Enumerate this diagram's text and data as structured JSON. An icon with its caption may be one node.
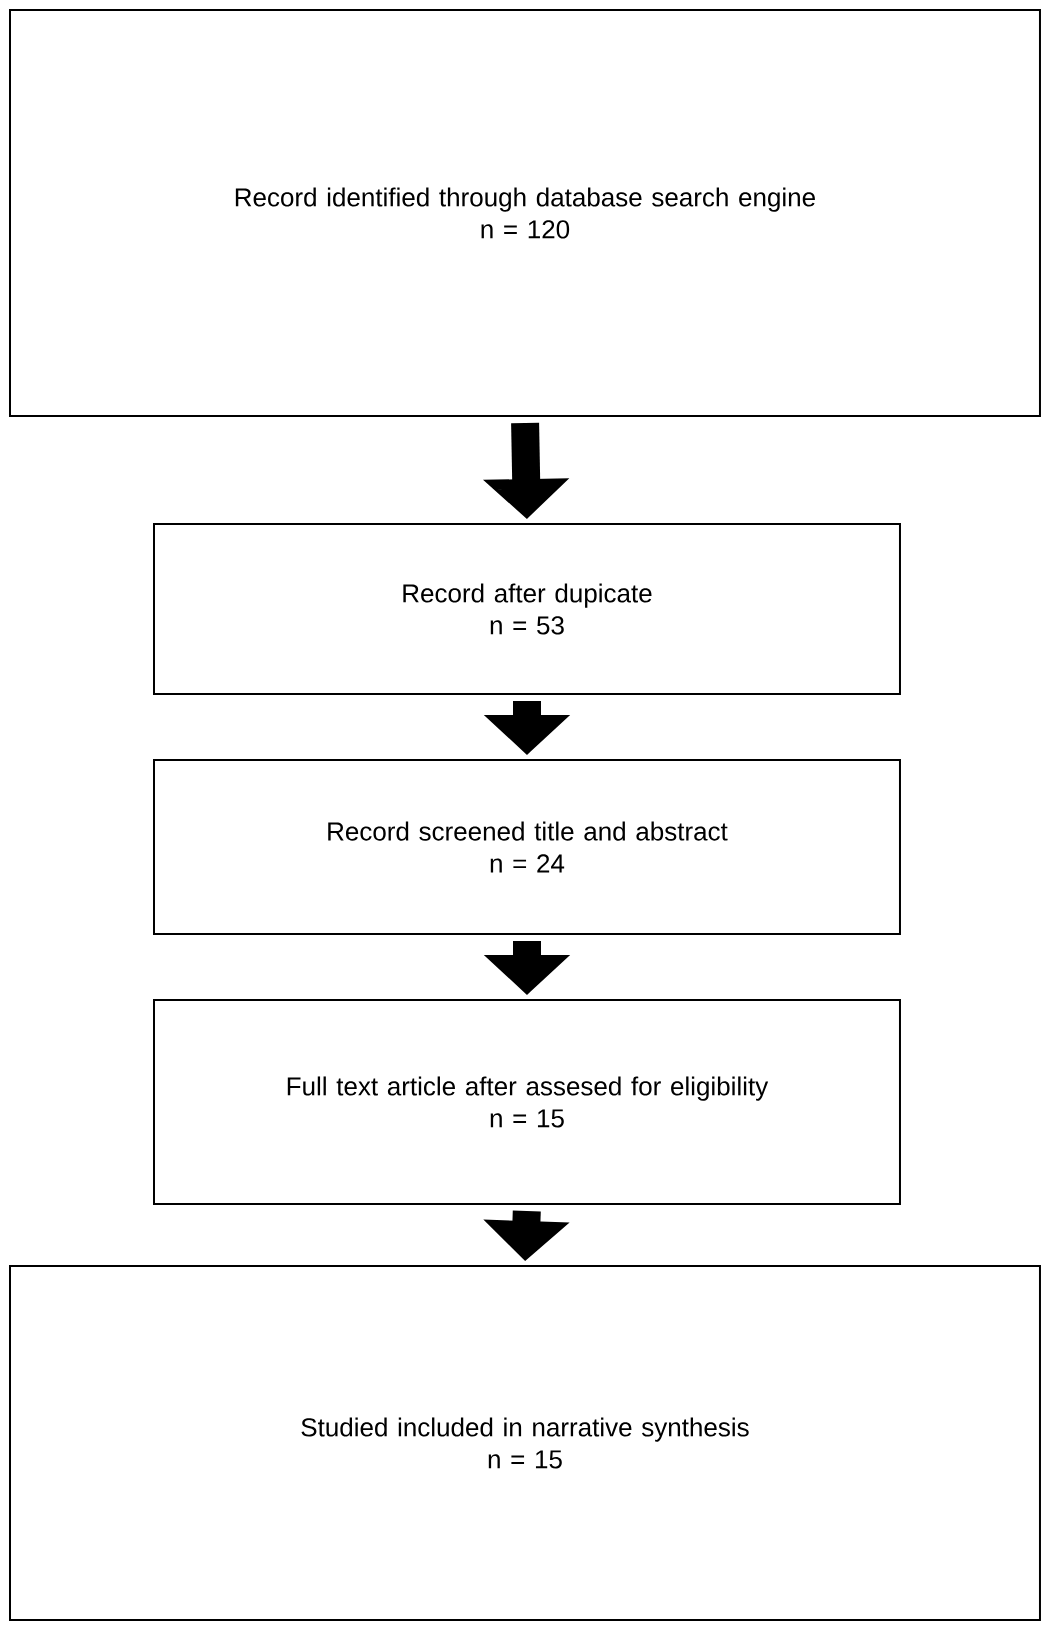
{
  "diagram": {
    "nodes": [
      {
        "text": [
          "Record identified through database search engine",
          "n = 120"
        ]
      },
      {
        "text": [
          "Record after dupicate",
          "n = 53"
        ]
      },
      {
        "text": [
          "Record screened title and abstract",
          "n = 24"
        ]
      },
      {
        "text": [
          "Full text article after assesed for eligibility",
          "n = 15"
        ]
      },
      {
        "text": [
          "Studied included in narrative synthesis",
          "n = 15"
        ]
      }
    ],
    "edges": [
      {
        "from": 0,
        "to": 1,
        "arrow": "to"
      },
      {
        "from": 1,
        "to": 2,
        "arrow": "to"
      },
      {
        "from": 2,
        "to": 3,
        "arrow": "to"
      },
      {
        "from": 3,
        "to": 4,
        "arrow": "to"
      }
    ]
  }
}
